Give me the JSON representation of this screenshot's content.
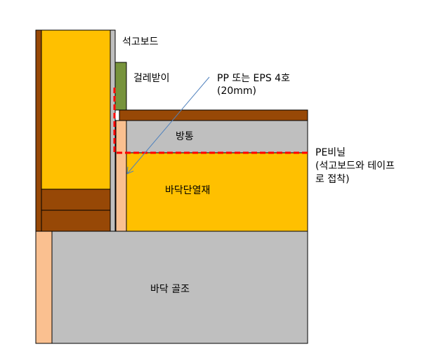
{
  "colors": {
    "insulation": "#FFC000",
    "wood": "#974806",
    "gypsum": "#BFBFBF",
    "baseboard": "#77933C",
    "foam": "#FAC090",
    "pe_film": "#FF0000",
    "arrow": "#4F81BD"
  },
  "labels": {
    "gypsum_board": "석고보드",
    "baseboard": "걸레받이",
    "pp_eps_line1": "PP 또는 EPS 4호",
    "pp_eps_line2": "(20mm)",
    "screed": "방통",
    "pe_line1": "PE비닐",
    "pe_line2": "(석고보드와 테이프",
    "pe_line3": "로 접착)",
    "floor_insulation": "바닥단열재",
    "floor_structure": "바닥 골조"
  }
}
